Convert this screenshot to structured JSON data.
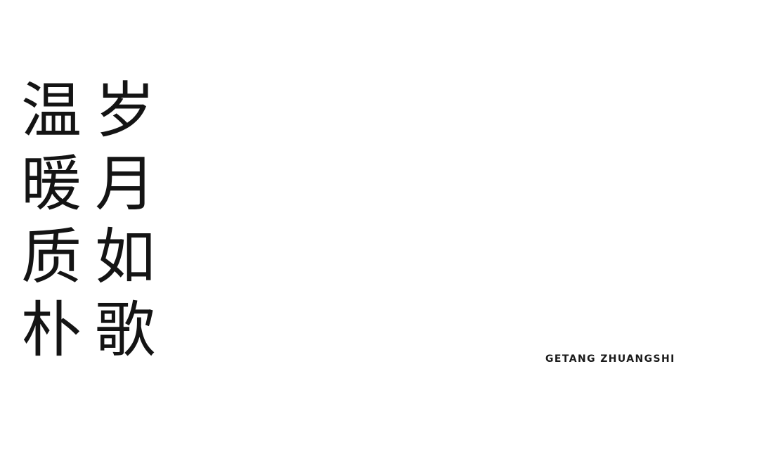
{
  "poem": {
    "column_1": [
      "温",
      "暖",
      "质",
      "朴"
    ],
    "column_2": [
      "岁",
      "月",
      "如",
      "歌"
    ]
  },
  "brand": {
    "text": "GETANG ZHUANGSHI"
  },
  "colors": {
    "background": "#ffffff",
    "text": "#141414"
  }
}
